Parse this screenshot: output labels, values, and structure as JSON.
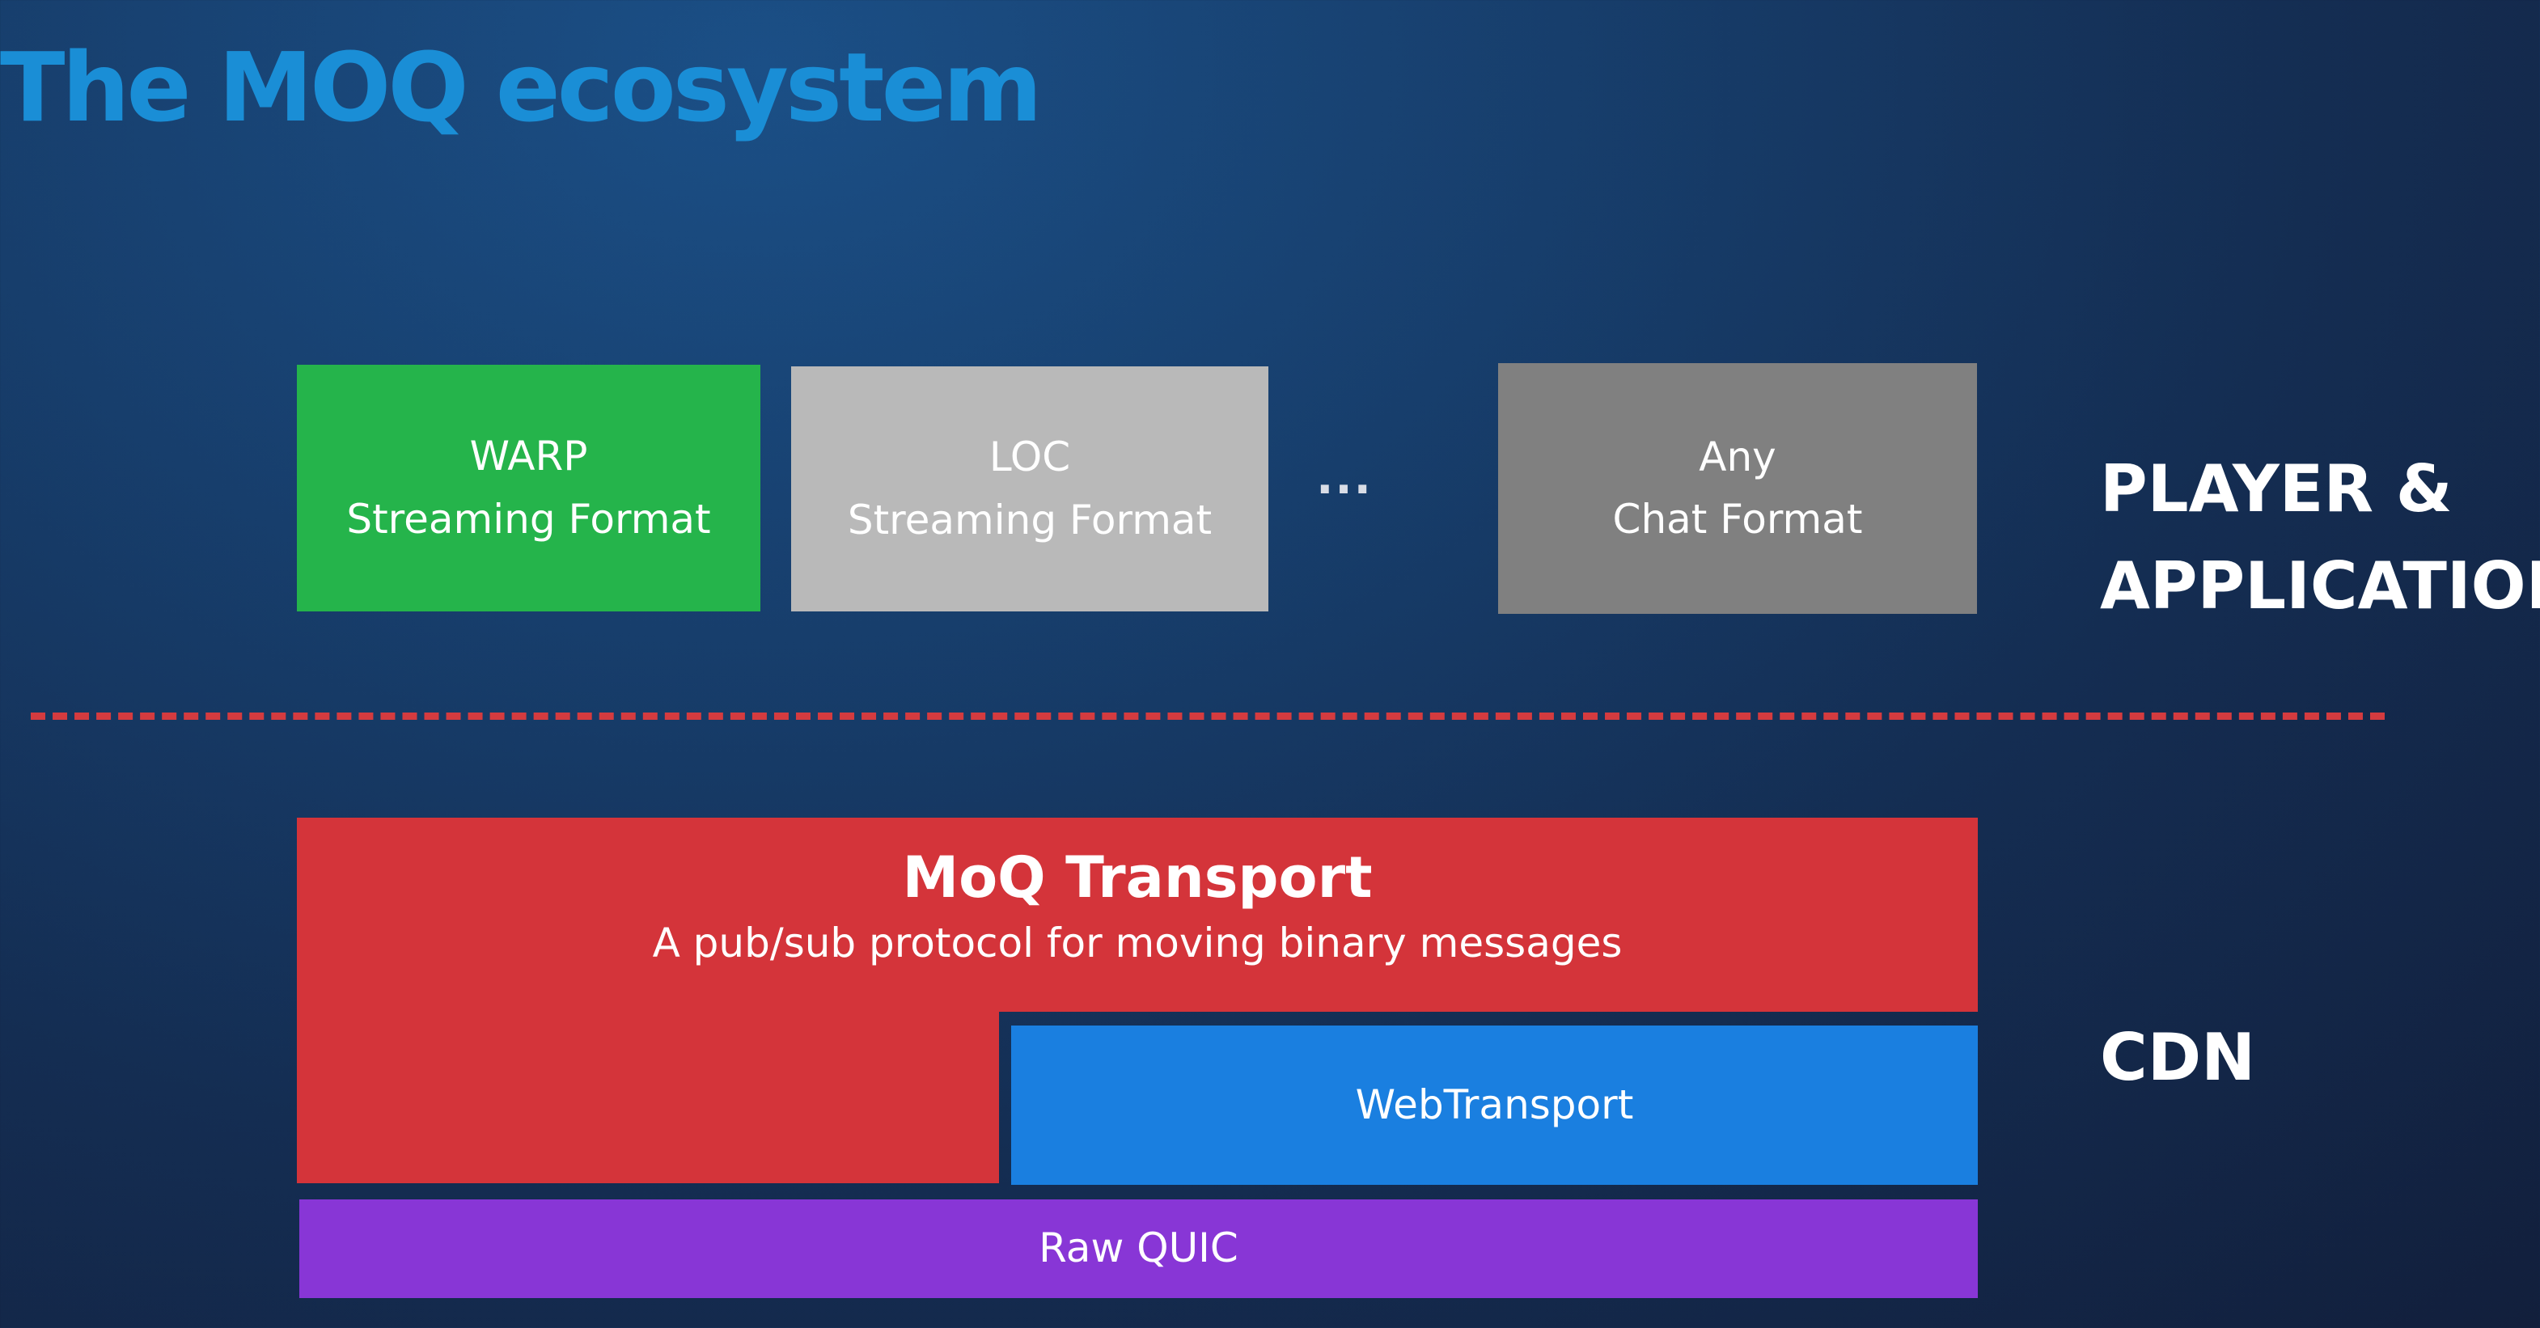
{
  "slide": {
    "title": "The MOQ ecosystem"
  },
  "top_row": {
    "boxes": [
      {
        "line1": "WARP",
        "line2": "Streaming Format",
        "color": "#25b44b"
      },
      {
        "line1": "LOC",
        "line2": "Streaming Format",
        "color": "#b9b9b9"
      },
      {
        "line1": "Any",
        "line2": "Chat Format",
        "color": "#808080"
      }
    ],
    "ellipsis": "..."
  },
  "layer_labels": {
    "player_line1": "PLAYER &",
    "player_line2": "APPLICATION",
    "cdn": "CDN"
  },
  "transport": {
    "title": "MoQ Transport",
    "subtitle": "A pub/sub protocol for moving binary messages",
    "webtransport": "WebTransport",
    "raw_quic": "Raw QUIC"
  },
  "colors": {
    "title": "#1a8ed6",
    "divider": "#d43b3f",
    "moq_transport": "#d4343a",
    "webtransport": "#1a7fe0",
    "raw_quic": "#8836d6"
  }
}
